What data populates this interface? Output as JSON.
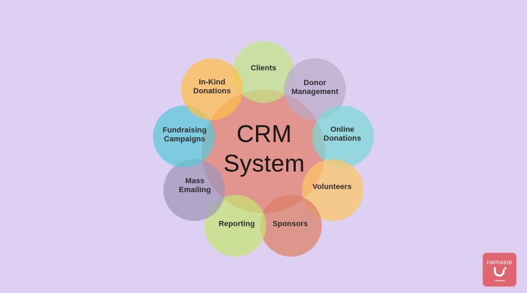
{
  "page": {
    "background": "#ddd0f2"
  },
  "diagram": {
    "title": "CRM\nSystem",
    "title_color": "#161616",
    "label_color": "#2b2b2b",
    "center_circle": {
      "name": "CRM System",
      "color": "#e3806e"
    },
    "nodes": [
      {
        "id": "clients",
        "label": "Clients",
        "color": "#c1e584"
      },
      {
        "id": "donor-management",
        "label": "Donor\nManagement",
        "color": "#baabc9"
      },
      {
        "id": "online-donations",
        "label": "Online\nDonations",
        "color": "#7ad9d7"
      },
      {
        "id": "volunteers",
        "label": "Volunteers",
        "color": "#fec564"
      },
      {
        "id": "sponsors",
        "label": "Sponsors",
        "color": "#db8064"
      },
      {
        "id": "reporting",
        "label": "Reporting",
        "color": "#c4e472"
      },
      {
        "id": "mass-emailing",
        "label": "Mass\nEmailing",
        "color": "#9e96b7"
      },
      {
        "id": "fundraising-campaigns",
        "label": "Fundraising\nCampaigns",
        "color": "#59c7d5"
      },
      {
        "id": "in-kind-donations",
        "label": "In-Kind\nDonations",
        "color": "#ffbe48"
      }
    ]
  },
  "logo": {
    "brand": "namaste",
    "background": "#df6570"
  }
}
